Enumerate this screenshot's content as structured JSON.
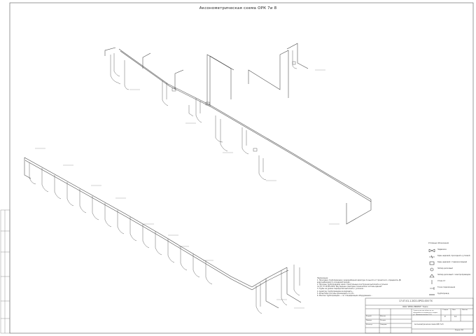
{
  "drawing": {
    "title": "Аксонометрическая схема ОРК 7и 8"
  },
  "notes": {
    "heading": "Примечание:",
    "items": [
      "1. Прокладку трубопроводов к водоразборной арматуре по высоте от проектного, определить (Водопровод к",
      "водоснабжению по холодной/горячей...",
      "2. Проходы трубопроводов через строительные конструкции выполнять в гильзах",
      "по СП 73.13330.2016 \"Внутренние санитарно-технические системы зданий\"",
      "3. Трубы на уровне перекрытий выполнять с уклоном...",
      "4. Арматуру трубопроводов изолировать...",
      "5. Испытание системы производить по СП...",
      "6. Монтаж трубопроводов — см. спецификацию оборудования..."
    ]
  },
  "legend": {
    "heading": "Условные обозначения",
    "items": [
      {
        "icon": "valve-icon",
        "label": "Задвижка"
      },
      {
        "icon": "check-valve-icon",
        "label": "Кран шаровой, проходной и угловой"
      },
      {
        "icon": "filter-icon",
        "label": "Кран шаровой с термоизоляцией"
      },
      {
        "icon": "meter-icon",
        "label": "Затвор дисковый"
      },
      {
        "icon": "gauge-icon",
        "label": "Затвор дисковый с электроприводом"
      },
      {
        "icon": "riser-icon",
        "label": "Стояк Ст"
      },
      {
        "icon": "tap-icon",
        "label": "Точка подключения"
      },
      {
        "icon": "pipe-icon",
        "label": "Трубопровод"
      }
    ]
  },
  "stamp": {
    "code": "17.07.01.1.2021.0P02-000 ТХ",
    "org": "ООО \"ИНЖ-ПРОЕКТ\" Томск",
    "project_name": "Строительство объекта по переработке вторичного сырья, ул. Промышленная, ТОО",
    "sheet_name": "Аксонометрическая схема ОРК 7и 8",
    "stage": "Р",
    "sheet": "12",
    "sheets": "",
    "format": "Формат А3",
    "stage_label": "Стадия",
    "sheet_label": "Лист",
    "sheets_label": "Листов",
    "developer_label": "Разраб.",
    "checked_label": "Провер.",
    "norm_label": "Н.контр.",
    "developer": "Иванов",
    "checked": "Петров",
    "norm": "Сидоров"
  }
}
